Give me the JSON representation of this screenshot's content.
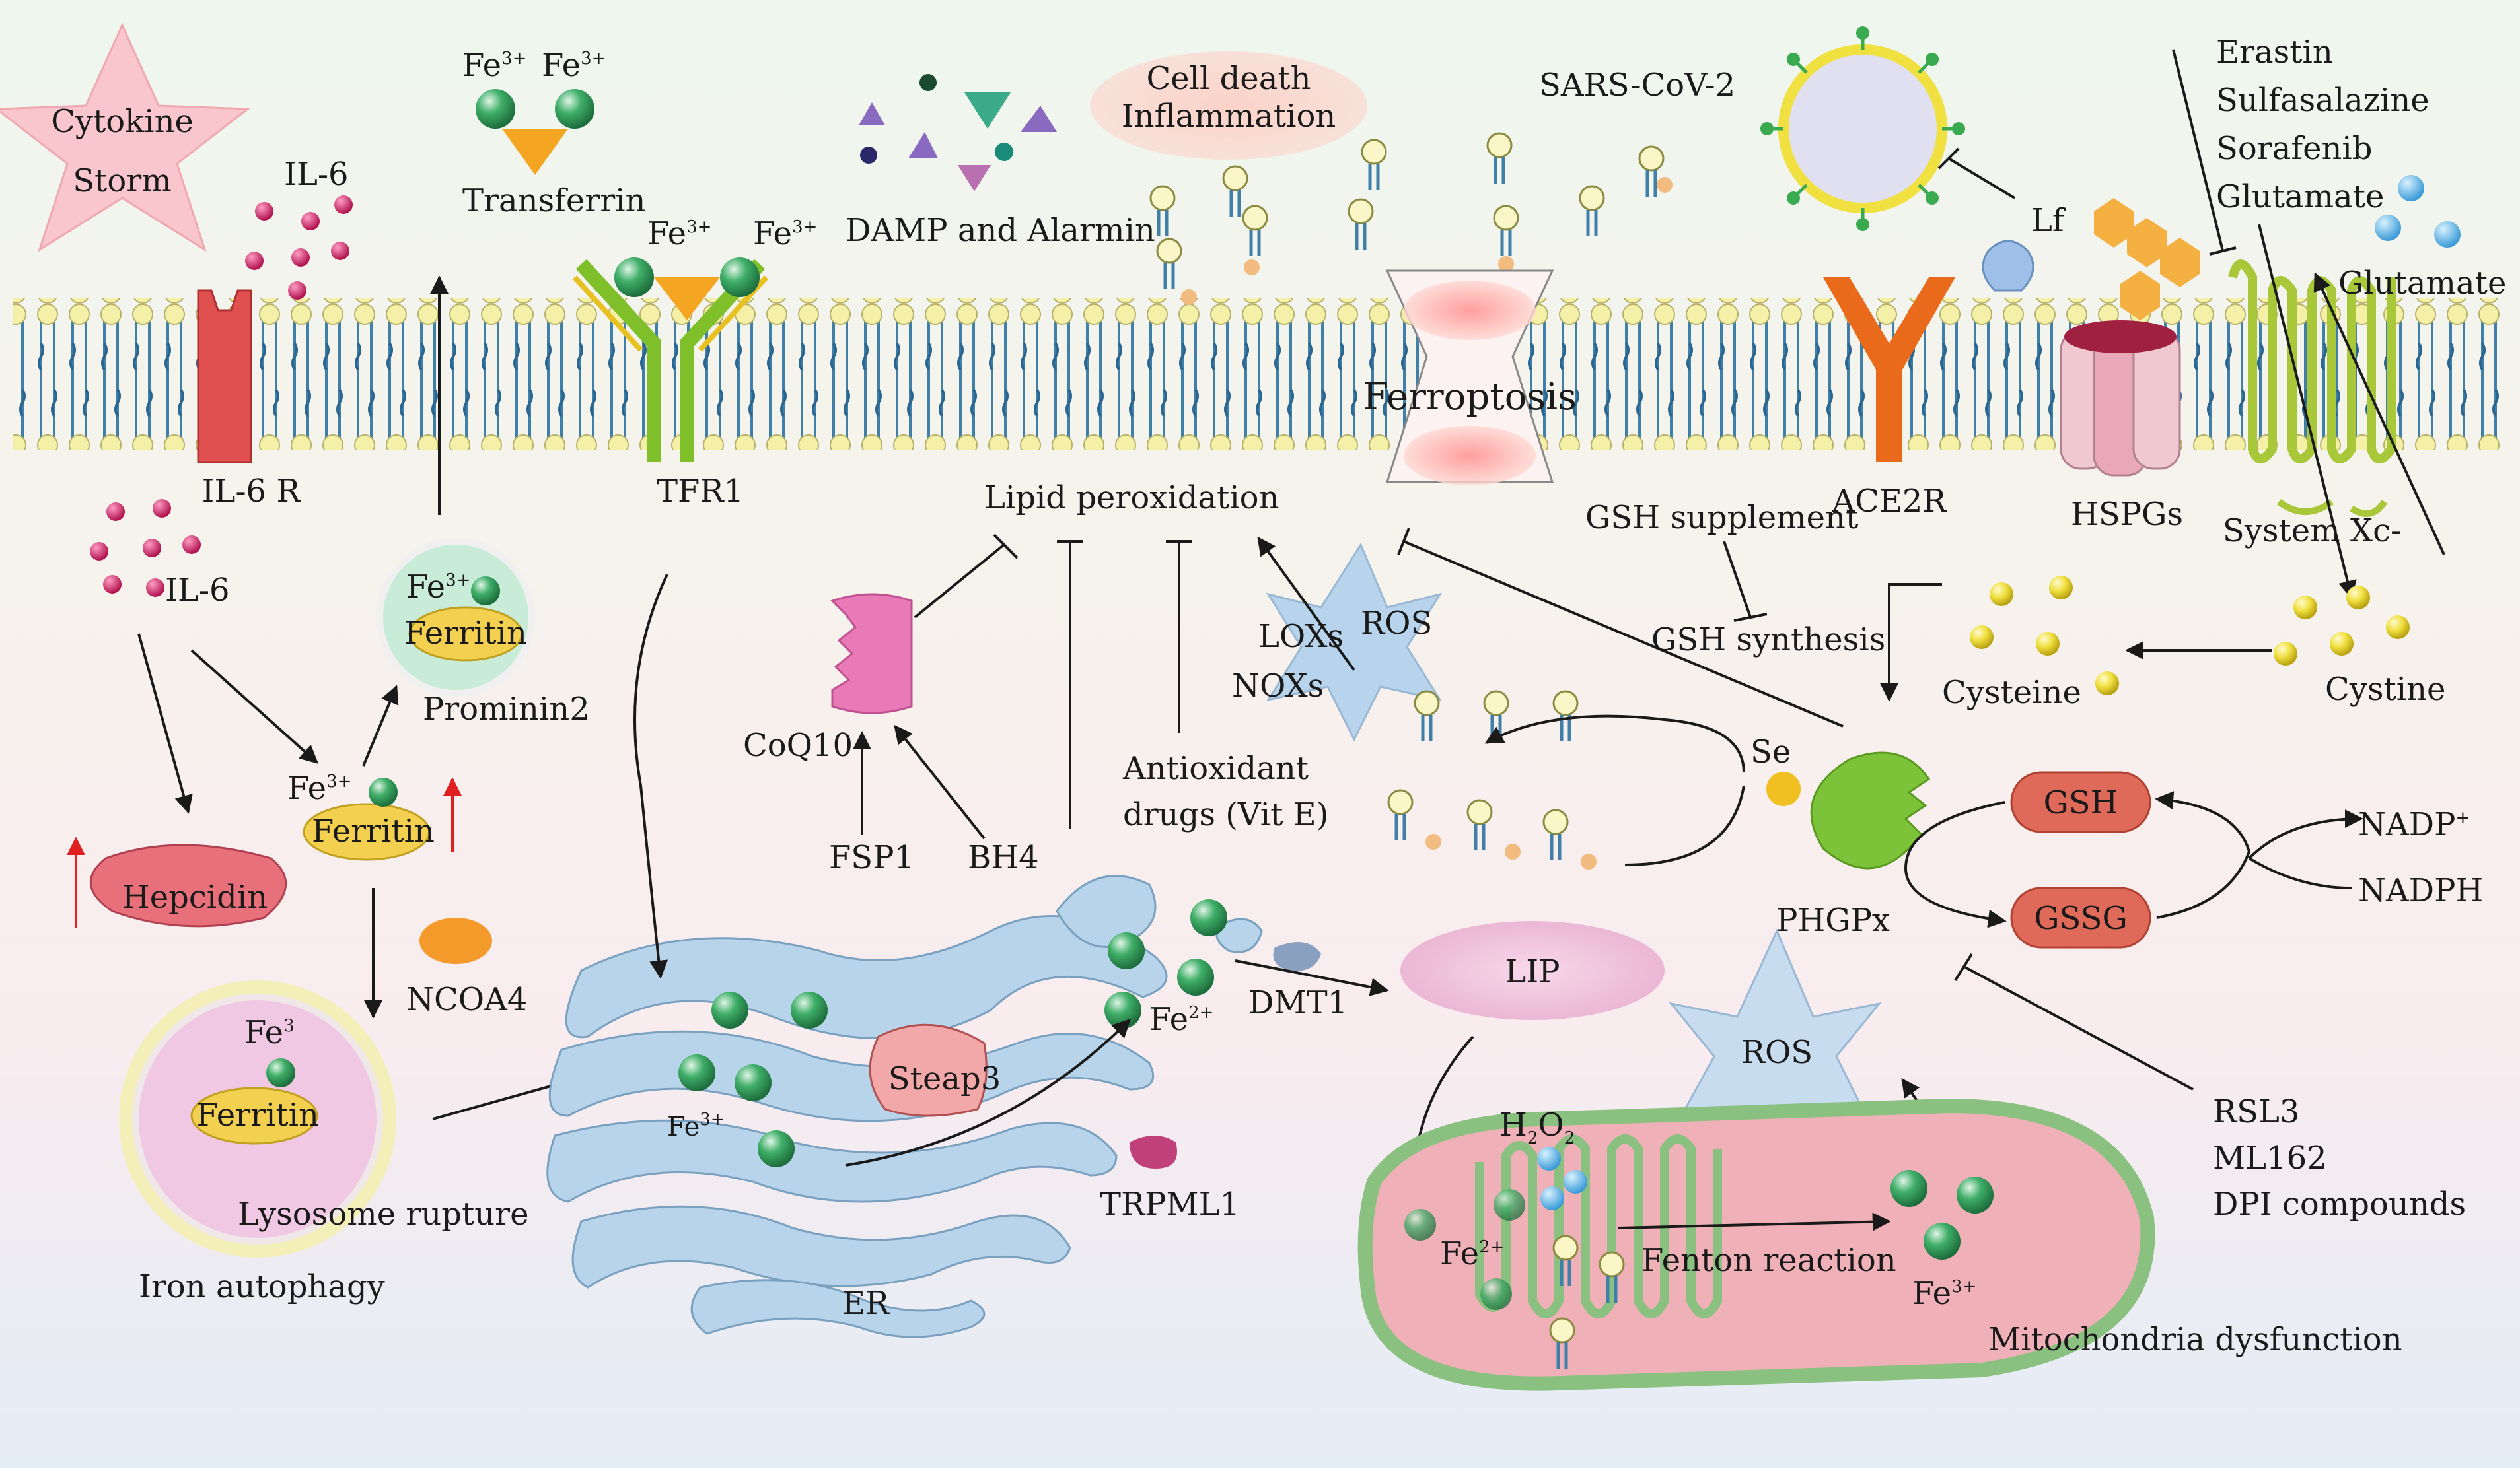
{
  "labels": {
    "cytokine_storm_line1": "Cytokine",
    "cytokine_storm_line2": "Storm",
    "il6_top": "IL-6",
    "il6r": "IL-6 R",
    "il6_mid": "IL-6",
    "transferrin": "Transferrin",
    "tfr1": "TFR1",
    "damp": "DAMP and Alarmin",
    "cell_death_line1": "Cell death",
    "cell_death_line2": "Inflammation",
    "sars": "SARS-CoV-2",
    "lf": "Lf",
    "erastin": "Erastin",
    "sulfasalazine": "Sulfasalazine",
    "sorafenib": "Sorafenib",
    "glutamate_list": "Glutamate",
    "glutamate_arrow": "Glutamate",
    "lipid_perox": "Lipid peroxidation",
    "ferroptosis": "Ferroptosis",
    "gsh_supplement": "GSH supplement",
    "ace2r": "ACE2R",
    "hspgs": "HSPGs",
    "system_xc": "System Xc-",
    "gsh_synthesis": "GSH synthesis",
    "cysteine": "Cysteine",
    "cystine": "Cystine",
    "prominin2": "Prominin2",
    "ferritin": "Ferritin",
    "coq10": "CoQ10",
    "fsp1": "FSP1",
    "bh4": "BH4",
    "antiox_line1": "Antioxidant",
    "antiox_line2": "drugs (Vit E)",
    "loxs": "LOXs",
    "noxs": "NOXs",
    "ros_top": "ROS",
    "se": "Se",
    "phgpx": "PHGPx",
    "gsh": "GSH",
    "gssg": "GSSG",
    "nadp": "NADP",
    "nadp_sup": "+",
    "nadph": "NADPH",
    "hepcidin": "Hepcidin",
    "ncoa4": "NCOA4",
    "steap3": "Steap3",
    "fe2_er": "Fe",
    "fe2_sup": "2+",
    "dmt1": "DMT1",
    "lip": "LIP",
    "ros_mid": "ROS",
    "trpml1": "TRPML1",
    "er": "ER",
    "lysosome_rupture": "Lysosome rupture",
    "iron_autophagy": "Iron autophagy",
    "h2o2": "H",
    "h2o2_sub1": "2",
    "h2o2_o": "O",
    "h2o2_sub2": "2",
    "fenton": "Fenton reaction",
    "mito": "Mitochondria dysfunction",
    "rsl3": "RSL3",
    "ml162": "ML162",
    "dpi": "DPI compounds",
    "fe": "Fe",
    "fe3_sup": "3+",
    "fe3_lyso_sup": "3"
  },
  "colors": {
    "membrane_head": "#f5f0a8",
    "membrane_tail": "#3f7fa8",
    "iron": "#2f9e5a",
    "il6": "#c8155a",
    "ferroptosis_glow": "#f29a9a",
    "receptor_red": "#e05050",
    "tfr_green": "#7fbf2a",
    "ace2r_orange": "#e86a1a",
    "hspg_pink": "#d07088",
    "xc_green": "#a8c83a",
    "phgpx_green": "#7cc33a",
    "gsh_red": "#e06a5a",
    "coq10_pink": "#e87ab8",
    "hepcidin_pink": "#e8707a",
    "er_blue": "#a8c8e0",
    "mito_pink": "#f0b0b8",
    "ros_blue": "#b8d4ec",
    "lip_pink": "#f2c8e0"
  }
}
